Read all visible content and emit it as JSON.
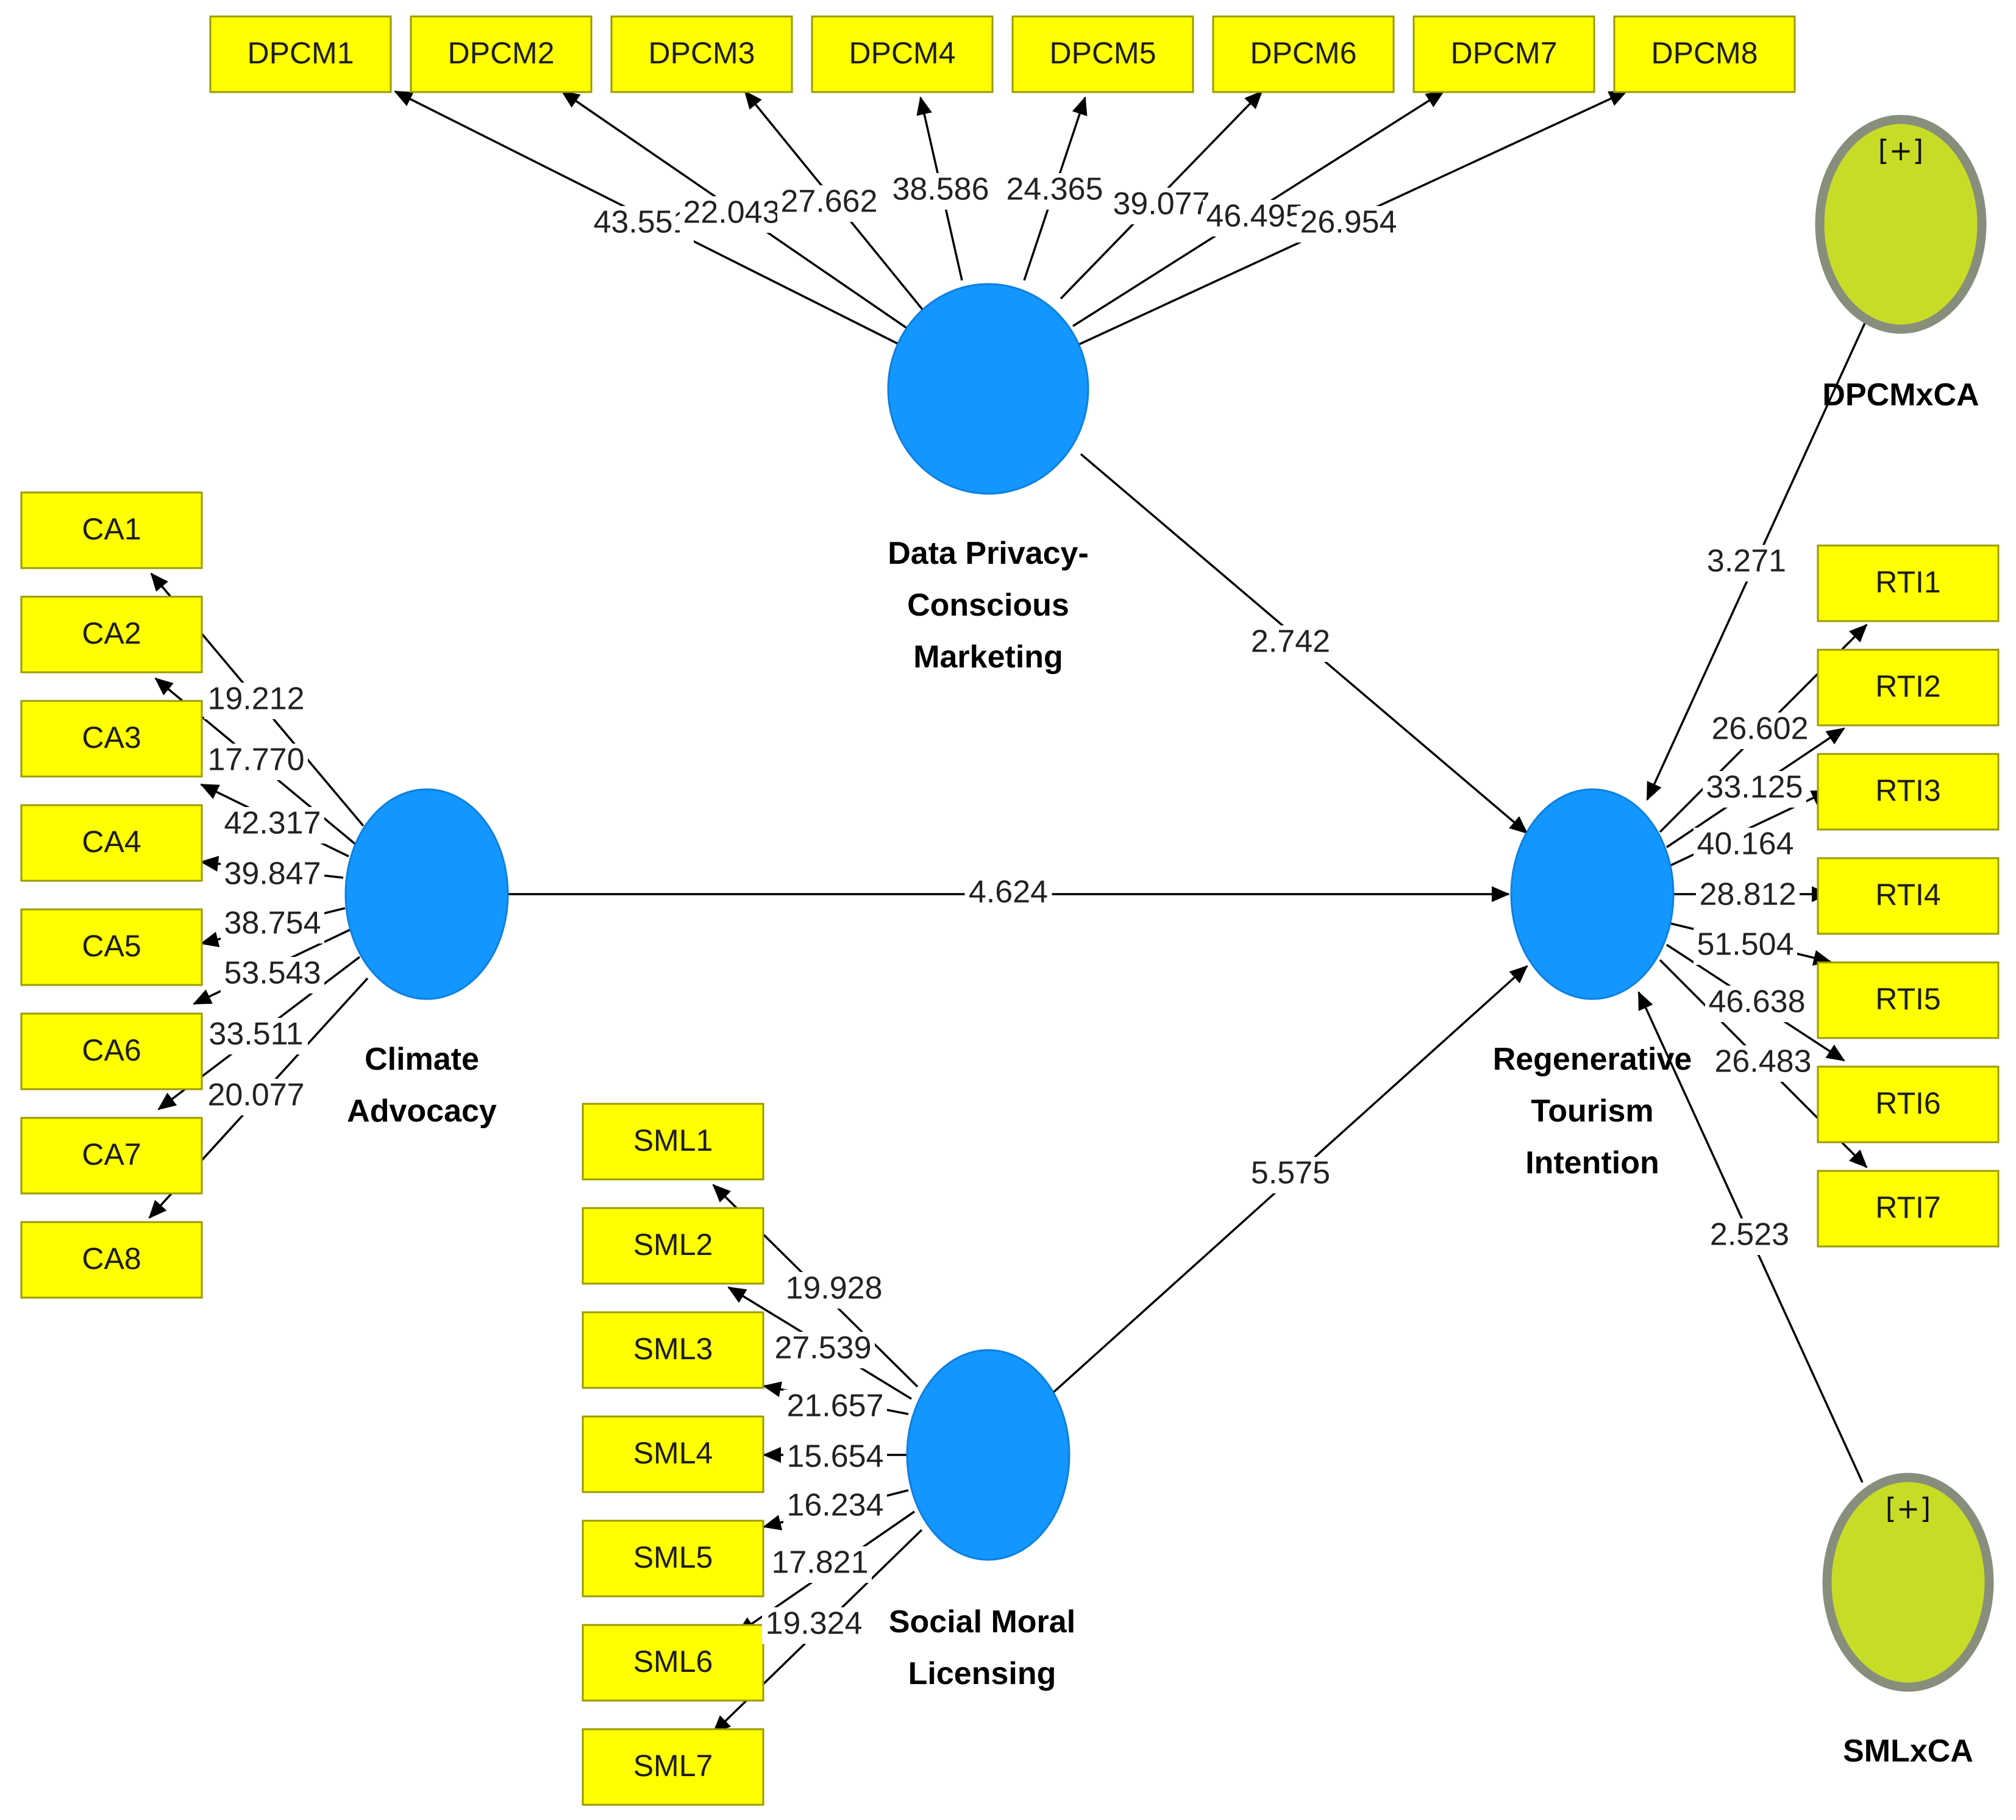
{
  "diagram": {
    "latents": [
      {
        "id": "DPCM",
        "lines": [
          "Data Privacy-",
          "Conscious",
          "Marketing"
        ]
      },
      {
        "id": "CA",
        "lines": [
          "Climate",
          "Advocacy"
        ]
      },
      {
        "id": "SML",
        "lines": [
          "Social Moral",
          "Licensing"
        ]
      },
      {
        "id": "RTI",
        "lines": [
          "Regenerative",
          "Tourism",
          "Intention"
        ]
      }
    ],
    "moderators": [
      {
        "id": "DPCMxCA",
        "label": "DPCMxCA",
        "badge": "[+]"
      },
      {
        "id": "SMLxCA",
        "label": "SMLxCA",
        "badge": "[+]"
      }
    ],
    "indicators": {
      "DPCM": {
        "names": [
          "DPCM1",
          "DPCM2",
          "DPCM3",
          "DPCM4",
          "DPCM5",
          "DPCM6",
          "DPCM7",
          "DPCM8"
        ],
        "values": [
          "43.551",
          "22.043",
          "27.662",
          "38.586",
          "24.365",
          "39.077",
          "46.495",
          "26.954"
        ]
      },
      "CA": {
        "names": [
          "CA1",
          "CA2",
          "CA3",
          "CA4",
          "CA5",
          "CA6",
          "CA7",
          "CA8"
        ],
        "values": [
          "19.212",
          "17.770",
          "42.317",
          "39.847",
          "38.754",
          "53.543",
          "33.511",
          "20.077"
        ]
      },
      "SML": {
        "names": [
          "SML1",
          "SML2",
          "SML3",
          "SML4",
          "SML5",
          "SML6",
          "SML7"
        ],
        "values": [
          "19.928",
          "27.539",
          "21.657",
          "15.654",
          "16.234",
          "17.821",
          "19.324"
        ]
      },
      "RTI": {
        "names": [
          "RTI1",
          "RTI2",
          "RTI3",
          "RTI4",
          "RTI5",
          "RTI6",
          "RTI7"
        ],
        "values": [
          "26.602",
          "33.125",
          "40.164",
          "28.812",
          "51.504",
          "46.638",
          "26.483"
        ]
      }
    },
    "paths": [
      {
        "from": "DPCM",
        "to": "RTI",
        "value": "2.742"
      },
      {
        "from": "CA",
        "to": "RTI",
        "value": "4.624"
      },
      {
        "from": "SML",
        "to": "RTI",
        "value": "5.575"
      },
      {
        "from": "DPCMxCA",
        "to": "RTI",
        "value": "3.271"
      },
      {
        "from": "SMLxCA",
        "to": "RTI",
        "value": "2.523"
      }
    ]
  }
}
